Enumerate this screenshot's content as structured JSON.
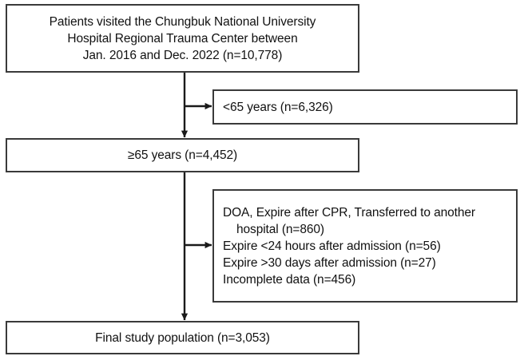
{
  "figure": {
    "type": "flow-diagram",
    "title": "Study population selection flow diagram",
    "background_color": "#ffffff",
    "box_border_color": "#3a3a3a",
    "text_color": "#111111",
    "connector_color": "#1a1a1a"
  },
  "nodes": {
    "cohort": {
      "name": "source-population",
      "lines": [
        "Patients visited the Chungbuk National University",
        "Hospital Regional Trauma Center between",
        "Jan. 2016 and Dec. 2022 (n=10,778)"
      ],
      "n": "10,778",
      "align": "center"
    },
    "under65": {
      "name": "excluded-under-65",
      "lines": [
        "<65 years (n=6,326)"
      ],
      "n": "6,326",
      "align": "left"
    },
    "over65": {
      "name": "included-65-and-over",
      "lines": [
        "≥65 years (n=4,452)"
      ],
      "n": "4,452",
      "align": "center"
    },
    "exclusions": {
      "name": "excluded-criteria",
      "lines": [
        "DOA, Expire after CPR, Transferred to another",
        "hospital (n=860)",
        "Expire <24 hours after admission (n=56)",
        "Expire >30 days after admission (n=27)",
        "Incomplete data (n=456)"
      ],
      "counts": [
        "860",
        "56",
        "27",
        "456"
      ],
      "align": "left"
    },
    "final": {
      "name": "final-study-population",
      "lines": [
        "Final study population (n=3,053)"
      ],
      "n": "3,053",
      "align": "center"
    }
  },
  "connectors": [
    {
      "name": "cohort-to-over65",
      "kind": "vertical-arrow"
    },
    {
      "name": "branch-to-under65",
      "kind": "horizontal-arrow"
    },
    {
      "name": "over65-to-final",
      "kind": "vertical-arrow"
    },
    {
      "name": "branch-to-exclusions",
      "kind": "horizontal-arrow"
    }
  ]
}
